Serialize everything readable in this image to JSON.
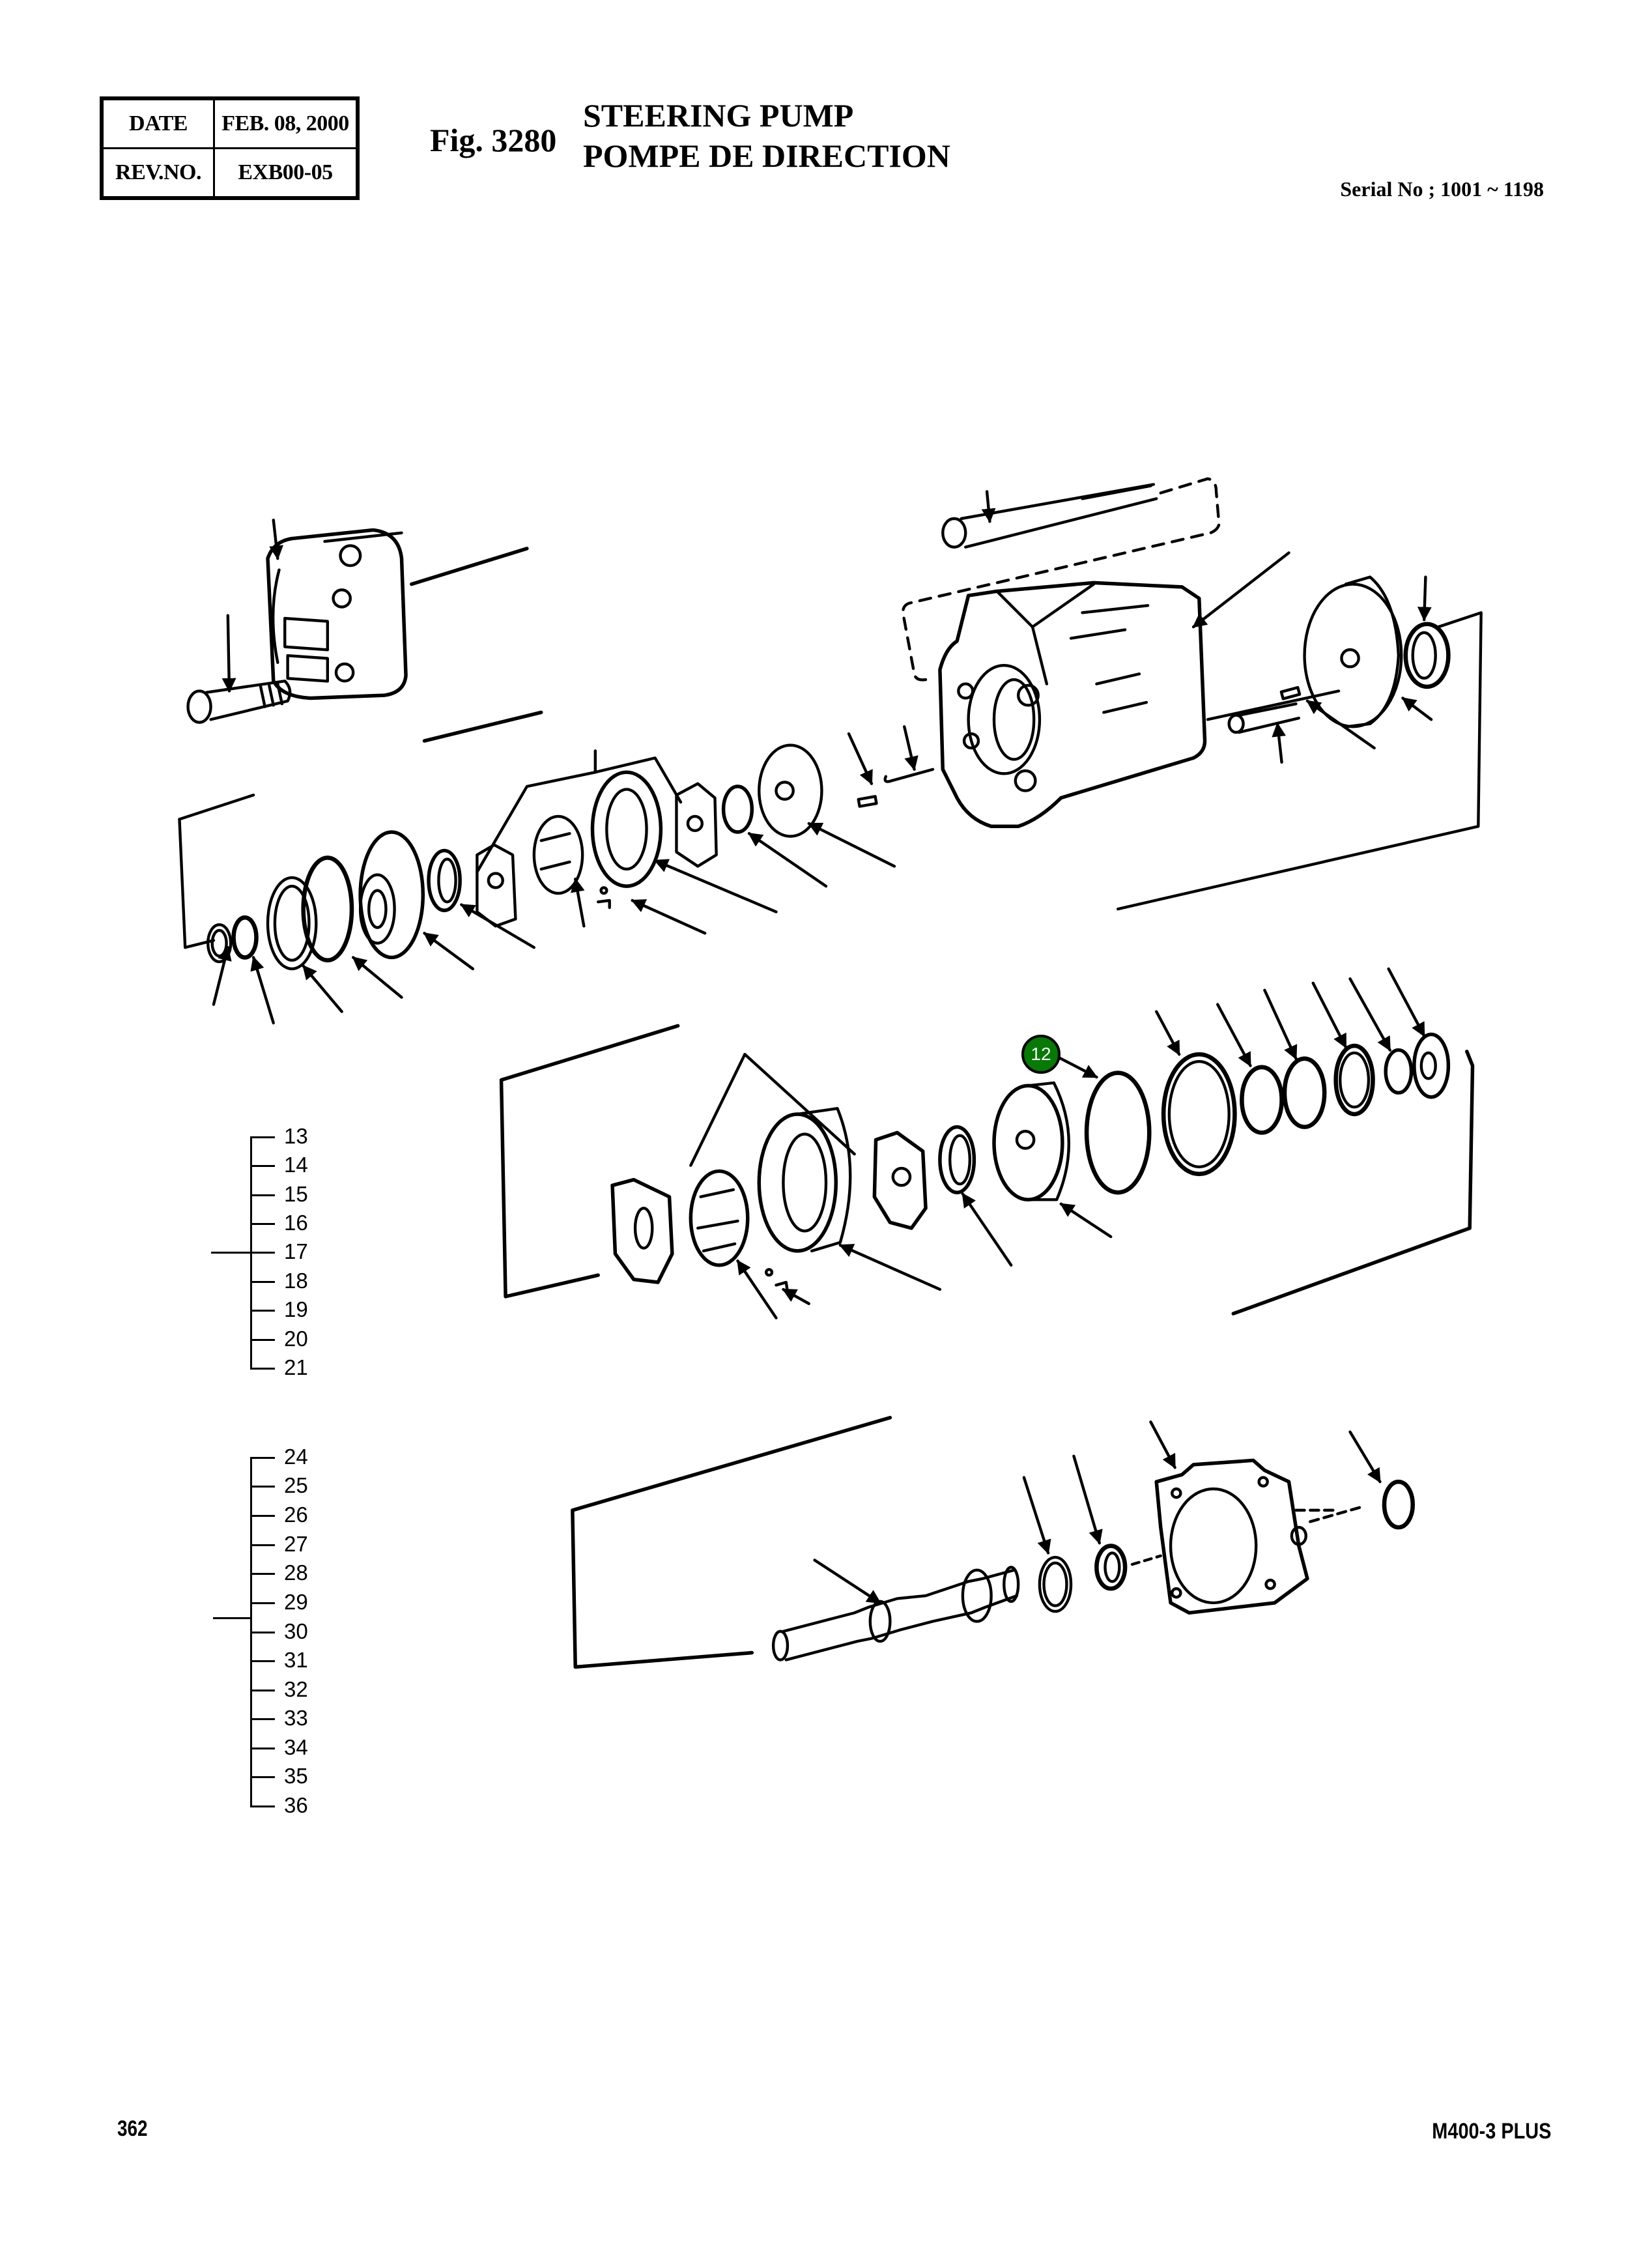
{
  "header": {
    "revision_table": {
      "rows": [
        {
          "label": "DATE",
          "value": "FEB. 08, 2000"
        },
        {
          "label": "REV.NO.",
          "value": "EXB00-05"
        }
      ]
    },
    "figure_number": "Fig. 3280",
    "title_en": "STEERING PUMP",
    "title_fr": "POMPE DE DIRECTION",
    "serial_range": "Serial No ; 1001 ~ 1198"
  },
  "callouts": [
    {
      "number": "12",
      "color": "#057a05",
      "text_color": "#ffffff"
    }
  ],
  "parts_index_groups": [
    {
      "group_reference": "17",
      "items": [
        "13",
        "14",
        "15",
        "16",
        "17",
        "18",
        "19",
        "20",
        "21"
      ]
    },
    {
      "group_reference": "30",
      "items": [
        "24",
        "25",
        "26",
        "27",
        "28",
        "29",
        "30",
        "31",
        "32",
        "33",
        "34",
        "35",
        "36"
      ]
    }
  ],
  "footer": {
    "page_number": "362",
    "model": "M400-3 PLUS"
  },
  "colors": {
    "ink": "#000000",
    "paper": "#ffffff",
    "callout_fill": "#057a05"
  }
}
